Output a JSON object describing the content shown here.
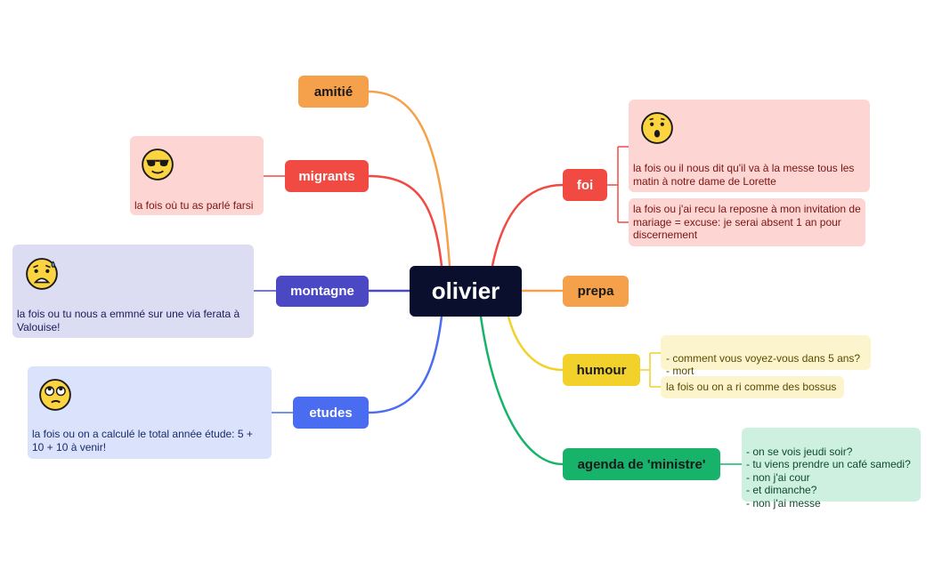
{
  "center": {
    "label": "olivier"
  },
  "branches": {
    "amitie": {
      "label": "amitié",
      "color": "#f5a04a"
    },
    "migrants": {
      "label": "migrants",
      "color": "#f04a42",
      "note": "la fois où tu as parlé farsi",
      "emoji": "sunglasses-face-icon"
    },
    "montagne": {
      "label": "montagne",
      "color": "#4b48c4",
      "note": "la fois ou tu nous a emmné sur une via ferata à Valouise!",
      "emoji": "anxious-sweat-face-icon"
    },
    "etudes": {
      "label": "etudes",
      "color": "#4a6cf0",
      "note": "la fois ou on a calculé le total année étude: 5 + 10 + 10 à venir!",
      "emoji": "eye-roll-face-icon"
    },
    "foi": {
      "label": "foi",
      "color": "#f04a42",
      "notes": [
        "la fois ou il nous dit qu'il va à la messe tous les matin à notre dame de Lorette",
        "la fois ou j'ai recu la reposne à mon invitation de mariage = excuse: je serai absent 1 an pour discernement"
      ],
      "emoji": "surprised-face-icon"
    },
    "prepa": {
      "label": "prepa",
      "color": "#f5a04a"
    },
    "humour": {
      "label": "humour",
      "color": "#f2d12a",
      "notes": [
        "- comment vous voyez-vous dans 5 ans?\n- mort",
        "la fois ou on a ri comme des bossus"
      ]
    },
    "agenda": {
      "label": "agenda de 'ministre'",
      "color": "#17b36b",
      "note": "- on se vois jeudi soir?\n- tu viens prendre un café samedi?\n- non j'ai cour\n- et dimanche?\n- non j'ai messe"
    }
  }
}
